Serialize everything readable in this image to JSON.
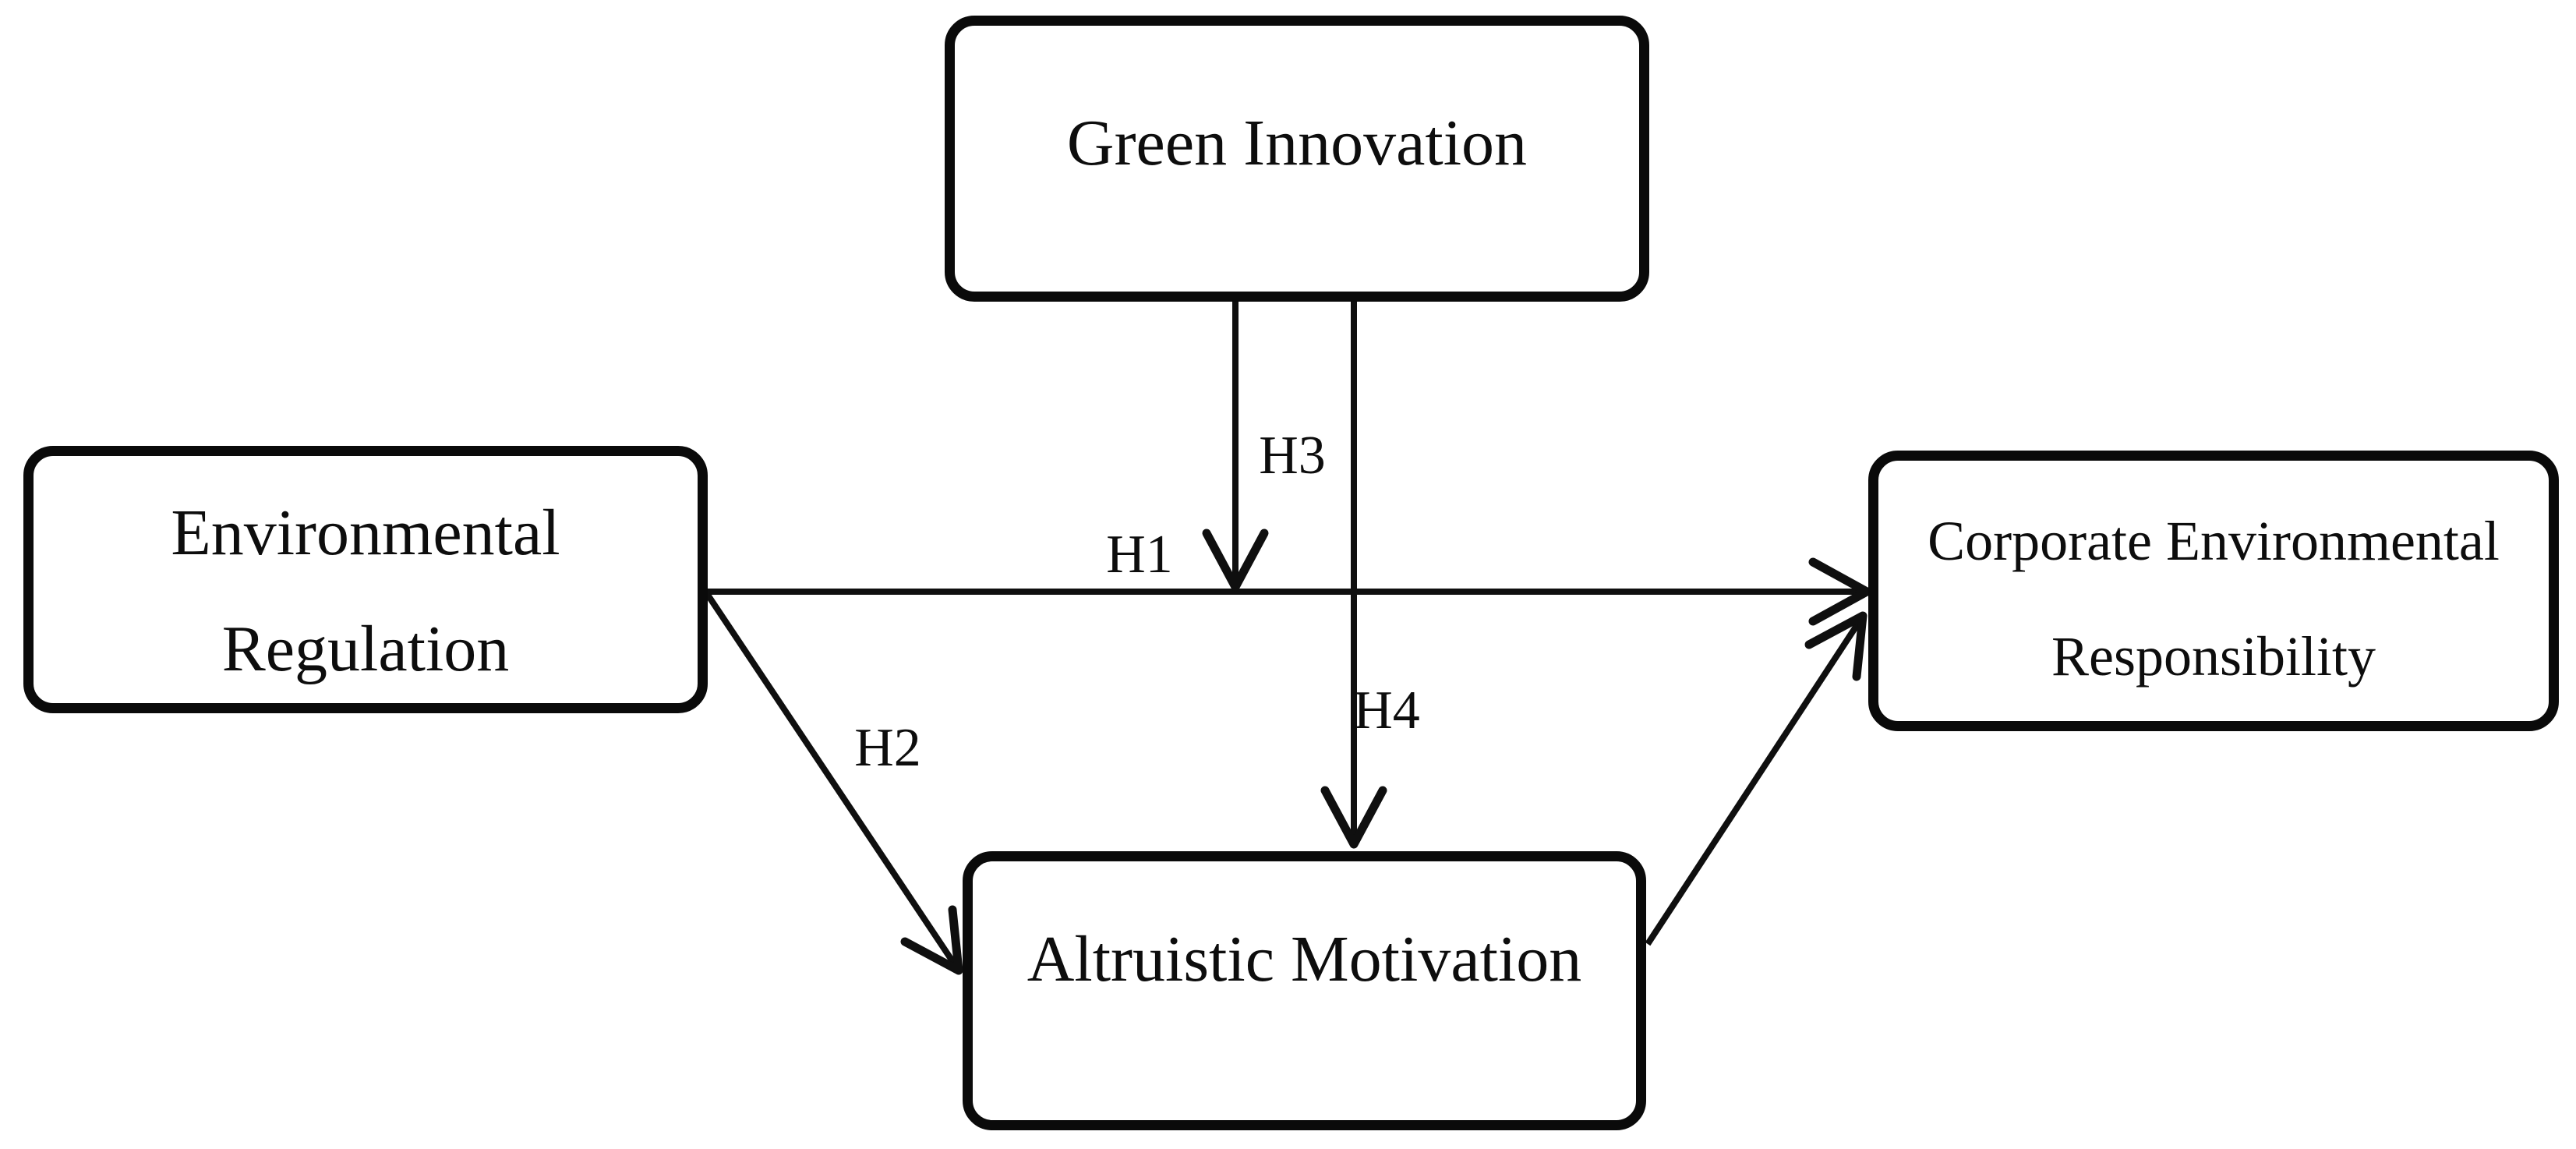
{
  "figure": {
    "background_color": "#ffffff",
    "ink_color": "#0f0f0f"
  },
  "nodes": {
    "green_innovation": {
      "label": "Green Innovation"
    },
    "environmental_regulation": {
      "line1": "Environmental",
      "line2": "Regulation"
    },
    "corporate_environmental_responsibility": {
      "line1": "Corporate Environmental",
      "line2": "Responsibility"
    },
    "altruistic_motivation": {
      "label": "Altruistic Motivation"
    }
  },
  "edges": {
    "h1": {
      "label": "H1",
      "from": "Environmental Regulation",
      "to": "Corporate Environmental Responsibility"
    },
    "h2": {
      "label": "H2",
      "from": "Environmental Regulation",
      "to": "Altruistic Motivation"
    },
    "h3": {
      "label": "H3",
      "from": "Green Innovation",
      "to": "H1 path"
    },
    "h4": {
      "label": "H4",
      "from": "Green Innovation",
      "to": "Altruistic Motivation"
    },
    "am_cer": {
      "from": "Altruistic Motivation",
      "to": "Corporate Environmental Responsibility"
    }
  }
}
